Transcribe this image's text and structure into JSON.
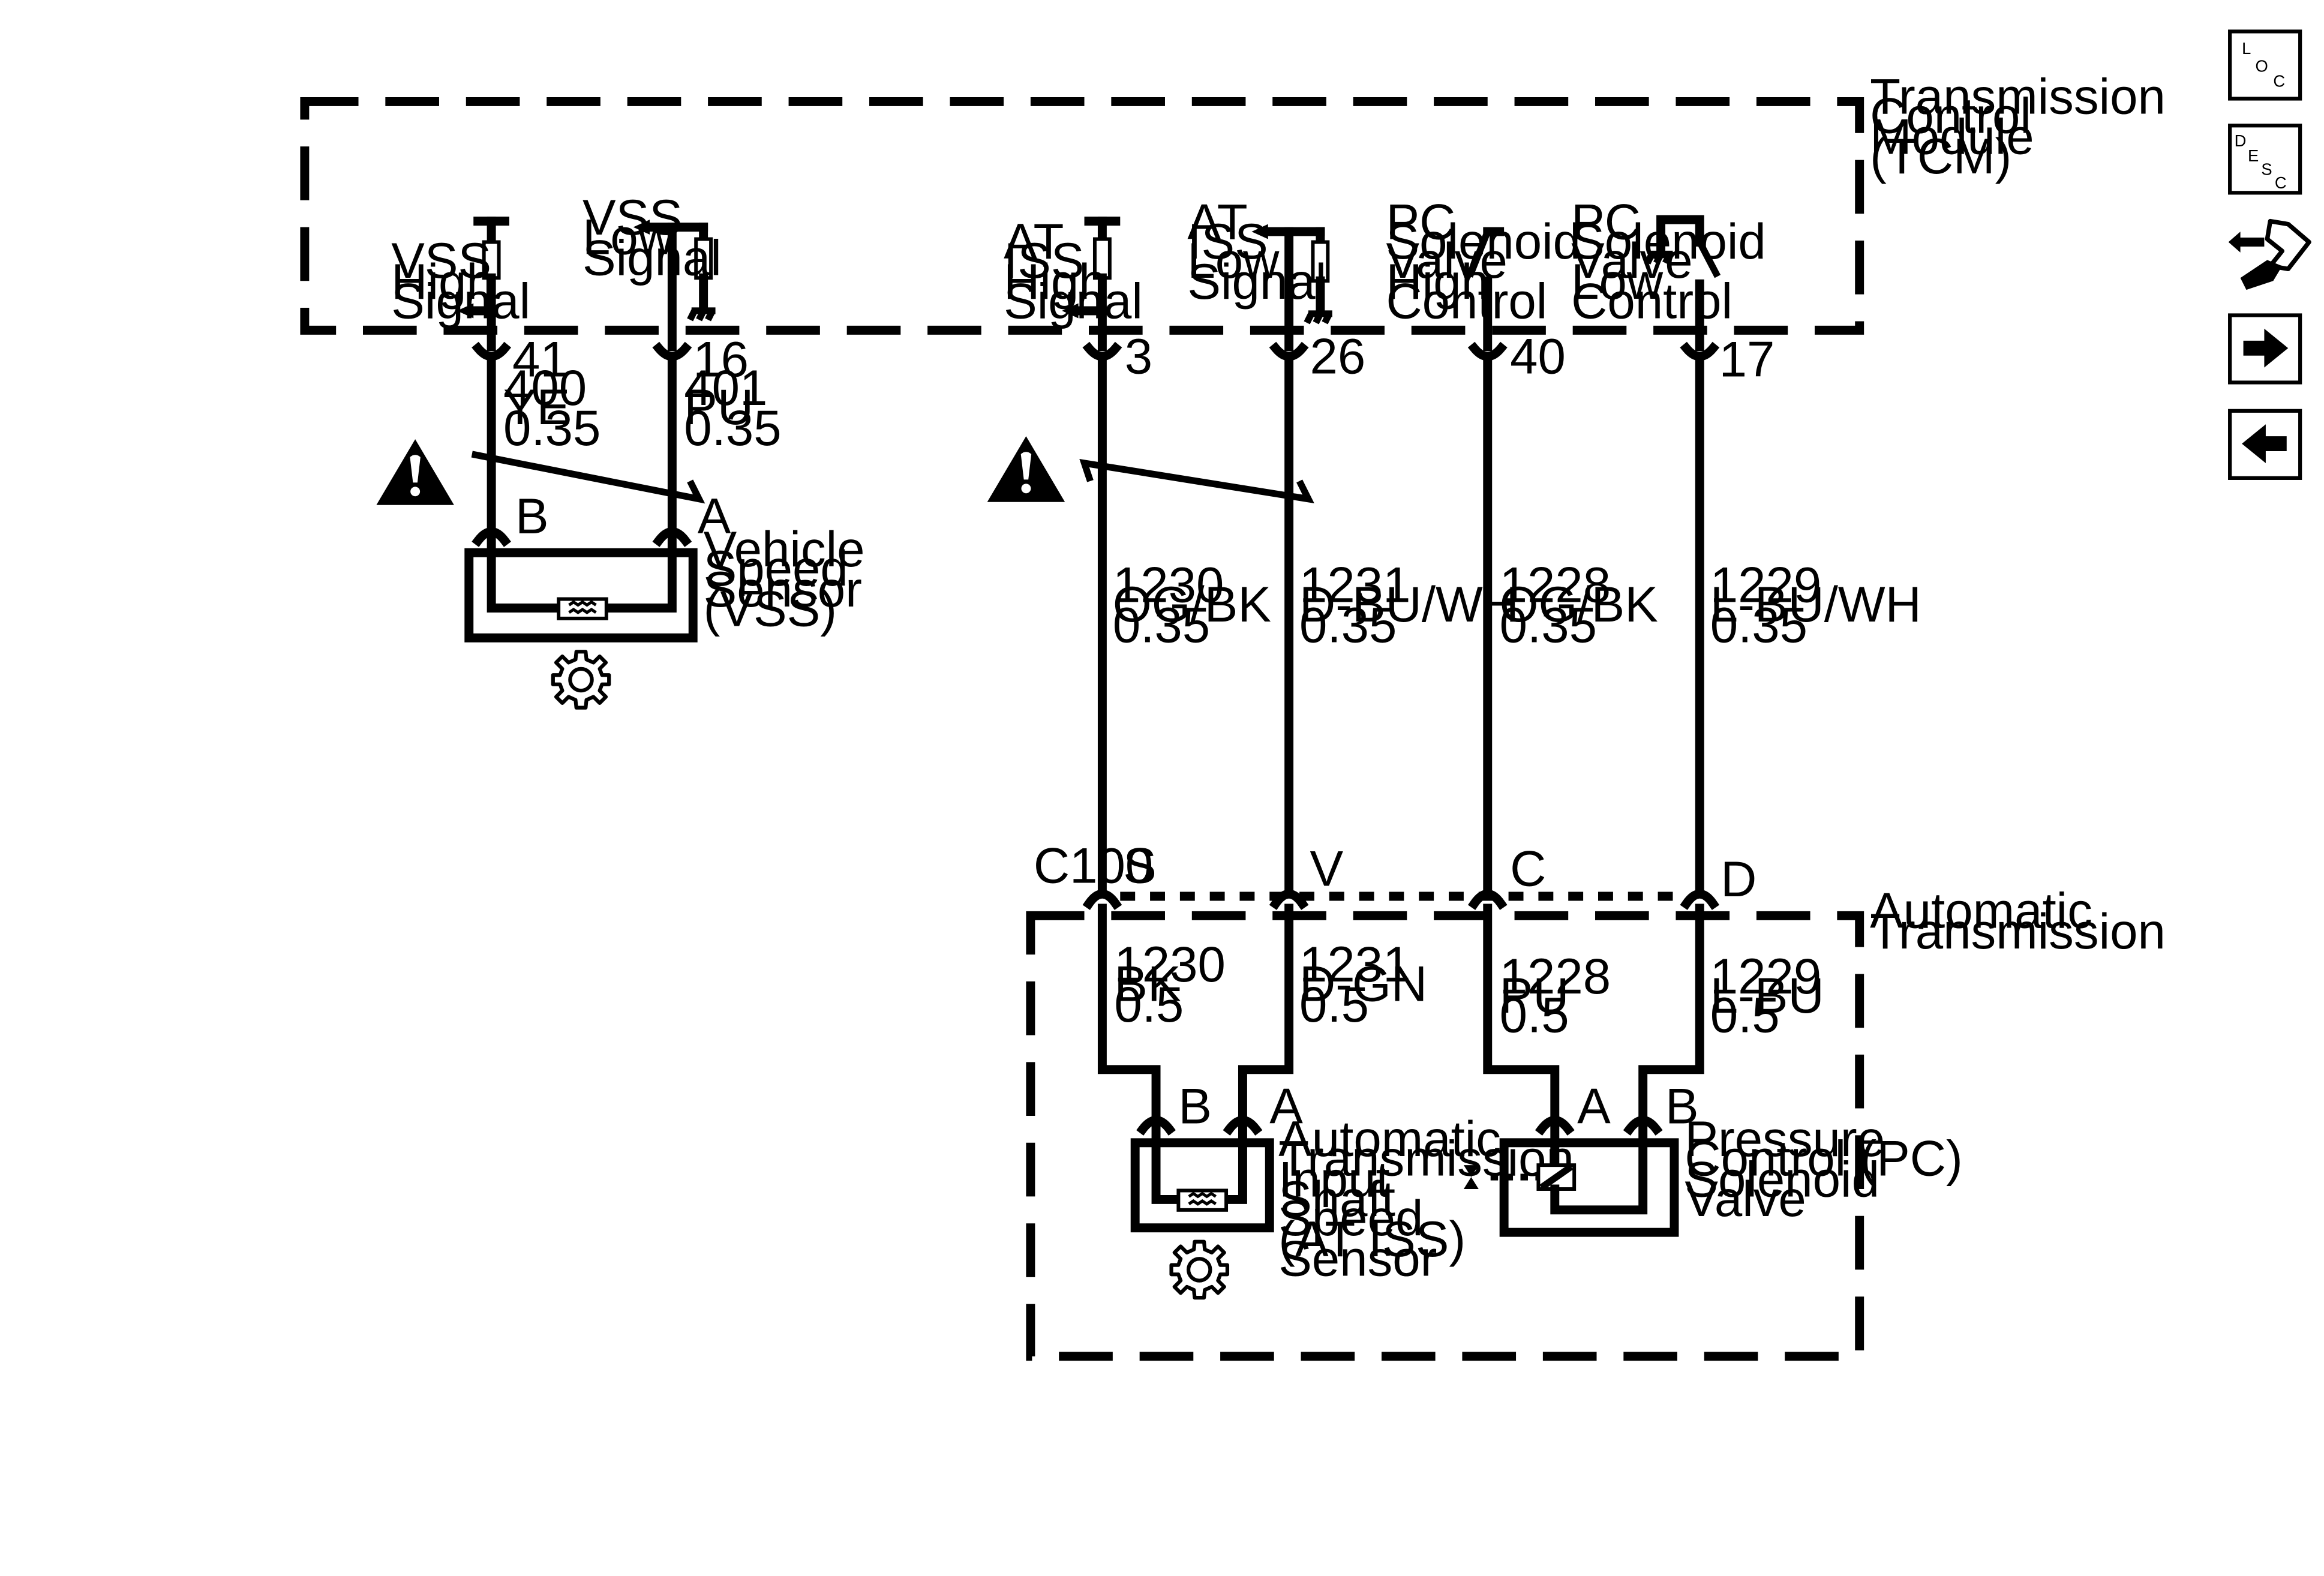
{
  "modules": {
    "tcm": [
      "Transmission",
      "Control",
      "Module",
      "(TCM)"
    ],
    "at": [
      "Automatic",
      "Transmission"
    ]
  },
  "tcm_signals": {
    "vss_high": [
      "VSS",
      "High",
      "Signal"
    ],
    "vss_low": [
      "VSS",
      "Low",
      "Signal"
    ],
    "at_iss_high": [
      "AT",
      "ISS",
      "High",
      "Signal"
    ],
    "at_iss_low": [
      "AT",
      "ISS",
      "Low",
      "Signal"
    ],
    "pc_high": [
      "PC",
      "Solenoid",
      "Valve",
      "High",
      "Control"
    ],
    "pc_low": [
      "PC",
      "Solenoid",
      "Valve",
      "Low",
      "Control"
    ]
  },
  "tcm_pins": [
    "41",
    "16",
    "3",
    "26",
    "40",
    "17"
  ],
  "wires_upper": [
    [
      "400",
      "YE",
      "0.35"
    ],
    [
      "401",
      "PU",
      "0.35"
    ],
    [
      "1230",
      "OG/BK",
      "0.35"
    ],
    [
      "1231",
      "D-BU/WH",
      "0.35"
    ],
    [
      "1228",
      "OG/BK",
      "0.35"
    ],
    [
      "1229",
      "L-BU/WH",
      "0.35"
    ]
  ],
  "wires_lower": [
    [
      "1230",
      "BK",
      "0.5"
    ],
    [
      "1231",
      "D-GN",
      "0.5"
    ],
    [
      "1228",
      "PU",
      "0.5"
    ],
    [
      "1229",
      "L-BU",
      "0.5"
    ]
  ],
  "connector": {
    "name": "C100",
    "pins": [
      "S",
      "V",
      "C",
      "D"
    ]
  },
  "components": {
    "vss": {
      "name": [
        "Vehicle",
        "Speed",
        "Sensor",
        "(VSS)"
      ],
      "pins": [
        "B",
        "A"
      ]
    },
    "at_iss": {
      "name": [
        "Automatic",
        "Transmission",
        "Input",
        "Shaft",
        "Speed",
        "(AT ISS)",
        "Sensor"
      ],
      "pins": [
        "B",
        "A"
      ]
    },
    "pc_solenoid": {
      "name": [
        "Pressure",
        "Control (PC)",
        "Solenoid",
        "Valve"
      ],
      "pins": [
        "A",
        "B"
      ]
    }
  },
  "nav": {
    "loc": [
      "L",
      "O",
      "C"
    ],
    "desc": [
      "D",
      "E",
      "S",
      "C"
    ],
    "icons": [
      "loc-icon",
      "desc-icon",
      "connector-tool-icon",
      "forward-arrow-icon",
      "back-arrow-icon"
    ]
  }
}
